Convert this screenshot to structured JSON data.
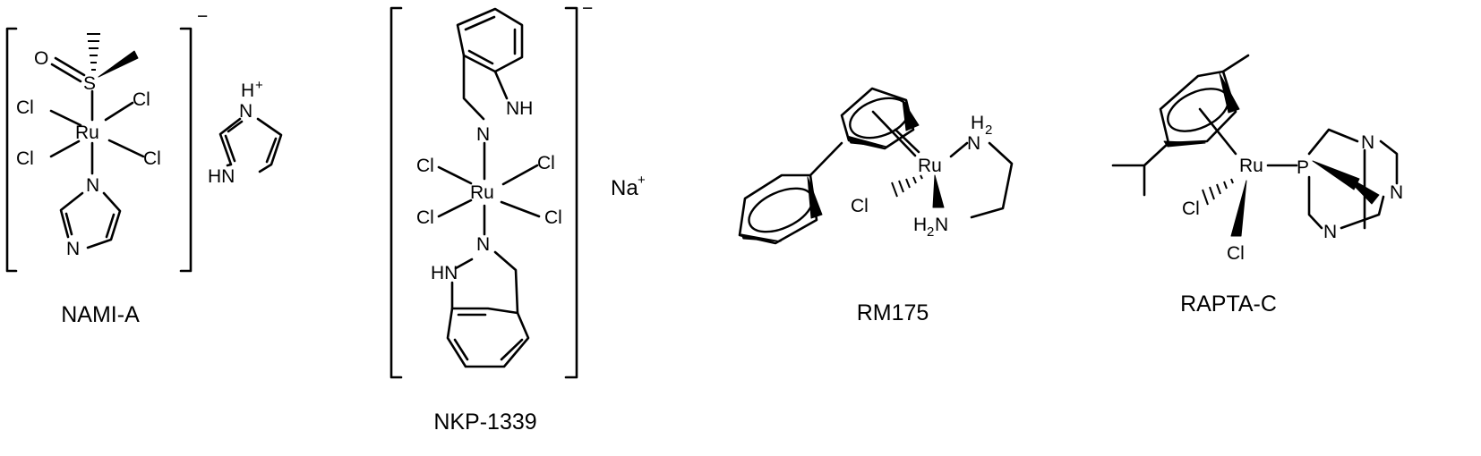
{
  "figure": {
    "compounds": [
      {
        "caption": "NAMI-A",
        "atoms": {
          "O": "O",
          "S": "S",
          "Ru": "Ru",
          "Cl1": "Cl",
          "Cl2": "Cl",
          "Cl3": "Cl",
          "Cl4": "Cl",
          "N_imid": "N",
          "N_ring": "N",
          "cation_N": "N",
          "cation_H": "H",
          "cation_plus": "+",
          "cation_NH": "HN"
        },
        "charge": "−"
      },
      {
        "caption": "NKP-1339",
        "atoms": {
          "NH_top": "NH",
          "N_top": "N",
          "Ru": "Ru",
          "Cl1": "Cl",
          "Cl2": "Cl",
          "Cl3": "Cl",
          "Cl4": "Cl",
          "N_bot": "N",
          "HN_bot": "HN"
        },
        "charge": "−",
        "counterion": {
          "symbol": "Na",
          "charge": "+"
        }
      },
      {
        "caption": "RM175",
        "atoms": {
          "Ru": "Ru",
          "Cl": "Cl",
          "N_top": "N",
          "H2_top": "H",
          "H2_top_sub": "2",
          "N_bot": "N",
          "H2_bot": "H",
          "H2_bot_sub": "2"
        }
      },
      {
        "caption": "RAPTA-C",
        "atoms": {
          "Ru": "Ru",
          "P": "P",
          "Cl1": "Cl",
          "Cl2": "Cl",
          "N1": "N",
          "N2": "N",
          "N3": "N"
        }
      }
    ]
  }
}
